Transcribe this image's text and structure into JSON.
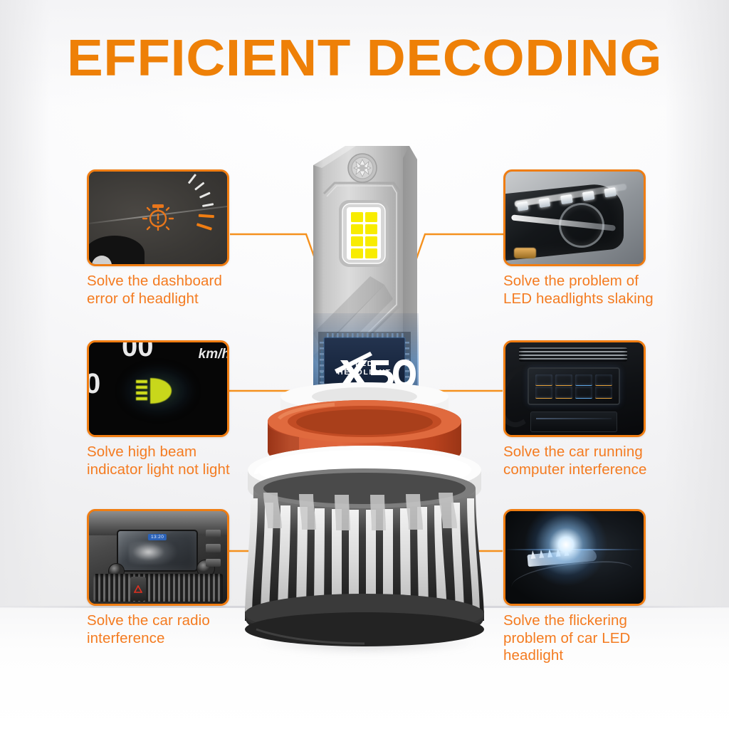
{
  "page": {
    "title": "EFFICIENT DECODING",
    "title_color": "#ee8007",
    "accent_color": "#f47b20",
    "border_color": "#f07d12",
    "background": "#f3f3f5"
  },
  "product": {
    "brand": "X50",
    "subtitle": "LED HEADLIGHT",
    "chip_dot_count": 6,
    "led_emitter_count": 8,
    "collar_color": "#d1582c",
    "heatsink_color": "#3c3c3c",
    "body_color": "#bdbdbd"
  },
  "features": {
    "left": [
      {
        "id": "dashboard-error",
        "caption": "Solve the dashboard error of headlight",
        "caption_lines": [
          "Solve the dashboard",
          "error of headlight"
        ],
        "thumb": "dashboard-warning-light-photo"
      },
      {
        "id": "high-beam",
        "caption": "Solve high beam indicator light not light",
        "caption_lines": [
          "Solve high beam",
          "indicator light not light"
        ],
        "thumb": "high-beam-indicator-photo",
        "thumb_text": {
          "unit": "km/h",
          "digits": "0"
        }
      },
      {
        "id": "car-radio",
        "caption": "Solve the car radio interference",
        "caption_lines": [
          "Solve the car radio",
          "interference"
        ],
        "thumb": "car-radio-head-unit-photo",
        "thumb_text": {
          "clock": "13:20"
        }
      }
    ],
    "right": [
      {
        "id": "headlights-slaking",
        "caption": "Solve the problem of LED headlights slaking",
        "caption_lines": [
          "Solve the problem of",
          "LED headlights slaking"
        ],
        "thumb": "car-headlight-assembly-photo"
      },
      {
        "id": "computer-interference",
        "caption": "Solve the car running computer interference",
        "caption_lines": [
          "Solve the car running",
          "computer interference"
        ],
        "thumb": "car-center-console-screens-photo"
      },
      {
        "id": "flickering",
        "caption": "Solve the flickering problem of car LED headlight",
        "caption_lines": [
          "Solve the flickering",
          "problem of car LED",
          "headlight"
        ],
        "thumb": "glowing-led-headlight-night-photo"
      }
    ]
  }
}
